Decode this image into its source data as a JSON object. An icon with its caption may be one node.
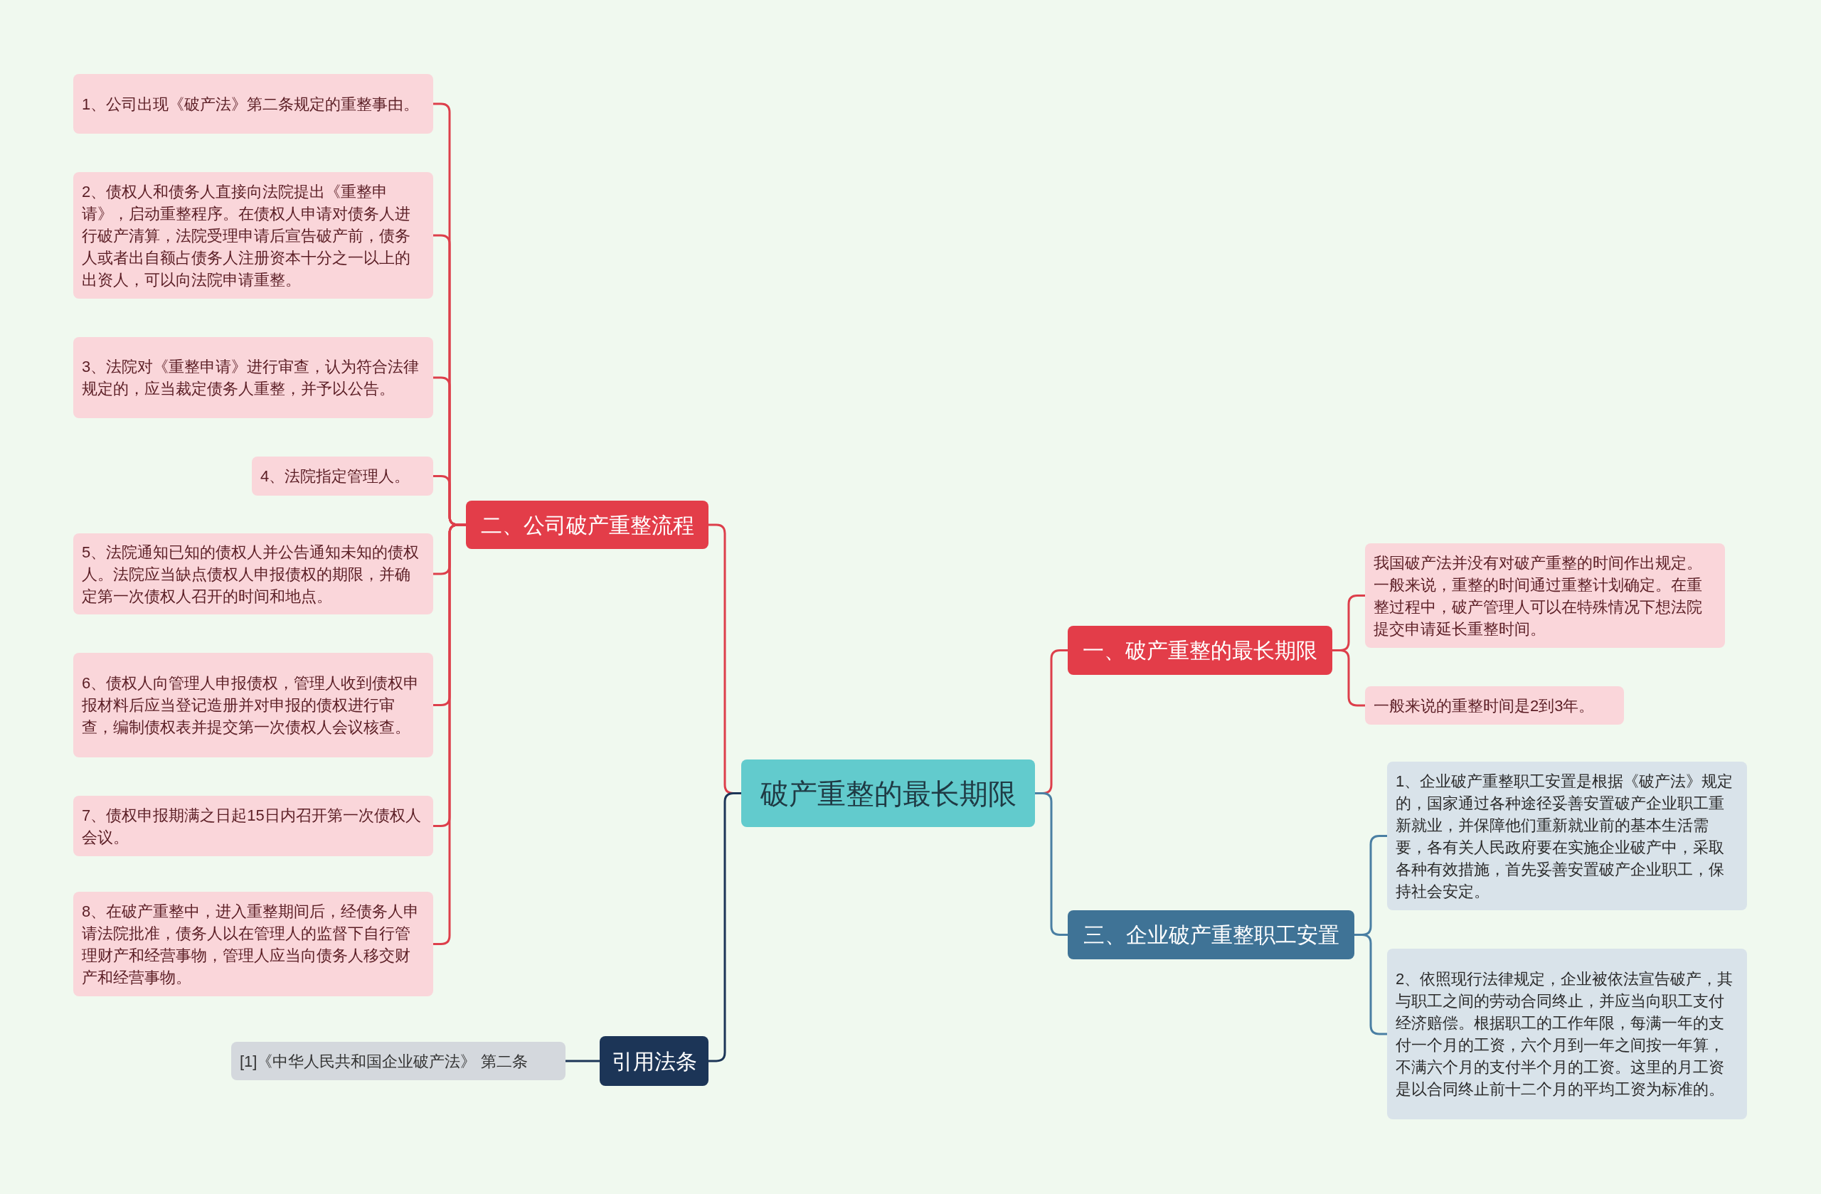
{
  "diagram": {
    "nodes": [
      {
        "text": [
          "破产重整的最长期限"
        ]
      },
      {
        "text": [
          "一、破产重整的最长期限"
        ]
      },
      {
        "text": [
          "我国破产法并没有对破产重整的时间作出规定。一般来说，重整的时间通过重整计划确定。在重整过程中，破产管理人可以在特殊情况下想法院提交申请延长重整时间。"
        ]
      },
      {
        "text": [
          "一般来说的重整时间是2到3年。"
        ]
      },
      {
        "text": [
          "三、企业破产重整职工安置"
        ]
      },
      {
        "text": [
          "1、企业破产重整职工安置是根据《破产法》规定的，国家通过各种途径妥善安置破产企业职工重新就业，并保障他们重新就业前的基本生活需要，各有关人民政府要在实施企业破产中，采取各种有效措施，首先妥善安置破产企业职工，保持社会安定。"
        ]
      },
      {
        "text": [
          "2、依照现行法律规定，企业被依法宣告破产，其与职工之间的劳动合同终止，并应当向职工支付经济赔偿。根据职工的工作年限，每满一年的支付一个月的工资，六个月到一年之间按一年算，不满六个月的支付半个月的工资。这里的月工资是以合同终止前十二个月的平均工资为标准的。"
        ]
      },
      {
        "text": [
          "二、公司破产重整流程"
        ]
      },
      {
        "text": [
          "1、公司出现《破产法》第二条规定的重整事由。"
        ]
      },
      {
        "text": [
          "2、债权人和债务人直接向法院提出《重整申请》，启动重整程序。在债权人申请对债务人进行破产清算，法院受理申请后宣告破产前，债务人或者出自额占债务人注册资本十分之一以上的出资人，可以向法院申请重整。"
        ]
      },
      {
        "text": [
          "3、法院对《重整申请》进行审查，认为符合法律规定的，应当裁定债务人重整，并予以公告。"
        ]
      },
      {
        "text": [
          "4、法院指定管理人。"
        ]
      },
      {
        "text": [
          "5、法院通知已知的债权人并公告通知未知的债权人。法院应当缺点债权人申报债权的期限，并确定第一次债权人召开的时间和地点。"
        ]
      },
      {
        "text": [
          "6、债权人向管理人申报债权，管理人收到债权申报材料后应当登记造册并对申报的债权进行审查，编制债权表并提交第一次债权人会议核查。"
        ]
      },
      {
        "text": [
          "7、债权申报期满之日起15日内召开第一次债权人会议。"
        ]
      },
      {
        "text": [
          "8、在破产重整中，进入重整期间后，经债务人申请法院批准，债务人以在管理人的监督下自行管理财产和经营事物，管理人应当向债务人移交财产和经营事物。"
        ]
      },
      {
        "text": [
          "引用法条"
        ]
      },
      {
        "text": [
          "[1]《中华人民共和国企业破产法》 第二条"
        ]
      }
    ],
    "edges": [
      {
        "from": 0,
        "to": 1,
        "arrow": "none"
      },
      {
        "from": 1,
        "to": 2,
        "arrow": "none"
      },
      {
        "from": 1,
        "to": 3,
        "arrow": "none"
      },
      {
        "from": 0,
        "to": 4,
        "arrow": "none",
        "color": "#4a7fa3"
      },
      {
        "from": 4,
        "to": 5,
        "arrow": "none",
        "color": "#4a7fa3"
      },
      {
        "from": 4,
        "to": 6,
        "arrow": "none",
        "color": "#4a7fa3"
      },
      {
        "from": 0,
        "to": 7,
        "arrow": "none"
      },
      {
        "from": 7,
        "to": 8,
        "arrow": "none"
      },
      {
        "from": 7,
        "to": 9,
        "arrow": "none"
      },
      {
        "from": 7,
        "to": 10,
        "arrow": "none"
      },
      {
        "from": 7,
        "to": 11,
        "arrow": "none"
      },
      {
        "from": 7,
        "to": 12,
        "arrow": "none"
      },
      {
        "from": 7,
        "to": 13,
        "arrow": "none"
      },
      {
        "from": 7,
        "to": 14,
        "arrow": "none"
      },
      {
        "from": 7,
        "to": 15,
        "arrow": "none"
      },
      {
        "from": 0,
        "to": 16,
        "arrow": "none",
        "color": "#1c3557"
      },
      {
        "from": 16,
        "to": 17,
        "arrow": "none",
        "color": "#1c3557"
      }
    ]
  }
}
